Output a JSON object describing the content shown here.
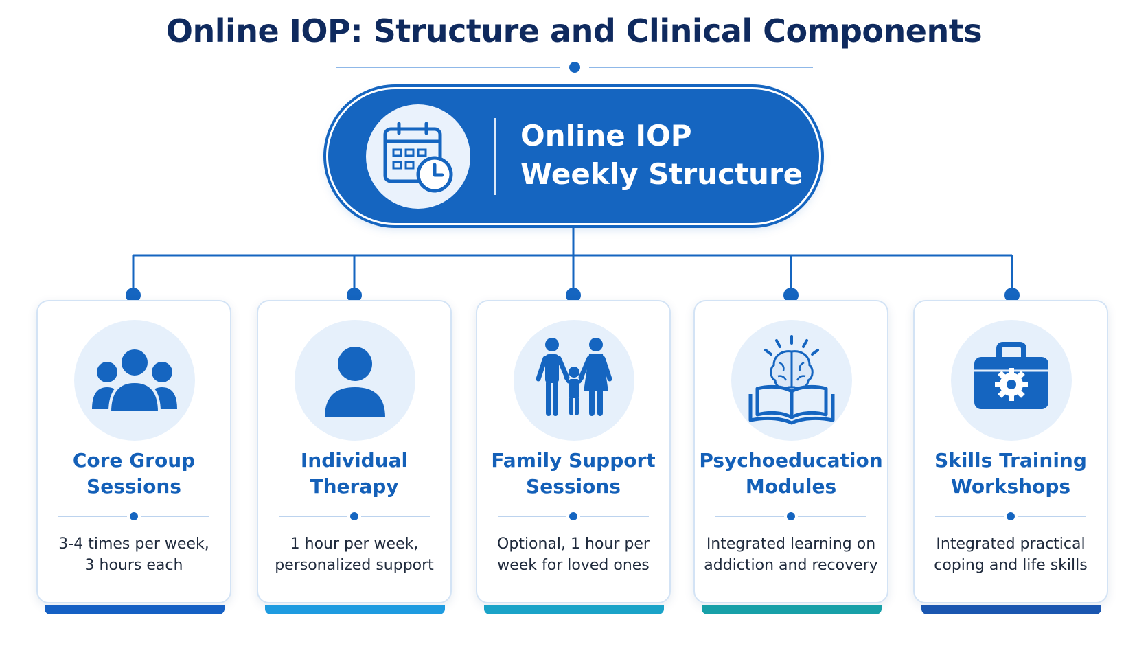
{
  "title": "Online IOP: Structure and Clinical Components",
  "hub": {
    "title_lines": [
      "Online IOP",
      "Weekly Structure"
    ],
    "icon": "calendar-clock-icon"
  },
  "colors": {
    "primary": "#1565c0",
    "title": "#0f2a5e",
    "card_title": "#1460b8",
    "icon_bg": "#e6f0fb"
  },
  "components": [
    {
      "title_lines": [
        "Core Group",
        "Sessions"
      ],
      "desc_lines": [
        "3-4 times per week,",
        "3 hours each"
      ],
      "icon": "group-people-icon",
      "accent": "#1560c4"
    },
    {
      "title_lines": [
        "Individual",
        "Therapy"
      ],
      "desc_lines": [
        "1 hour per week,",
        "personalized support"
      ],
      "icon": "person-icon",
      "accent": "#1e9be0"
    },
    {
      "title_lines": [
        "Family Support",
        "Sessions"
      ],
      "desc_lines": [
        "Optional, 1 hour per",
        "week for loved ones"
      ],
      "icon": "family-icon",
      "accent": "#1aa3c8"
    },
    {
      "title_lines": [
        "Psychoeducation",
        "Modules"
      ],
      "desc_lines": [
        "Integrated learning on",
        "addiction and recovery"
      ],
      "icon": "brain-book-icon",
      "accent": "#17a0a8"
    },
    {
      "title_lines": [
        "Skills Training",
        "Workshops"
      ],
      "desc_lines": [
        "Integrated practical",
        "coping and life skills"
      ],
      "icon": "toolbox-gear-icon",
      "accent": "#1a56b0"
    }
  ]
}
